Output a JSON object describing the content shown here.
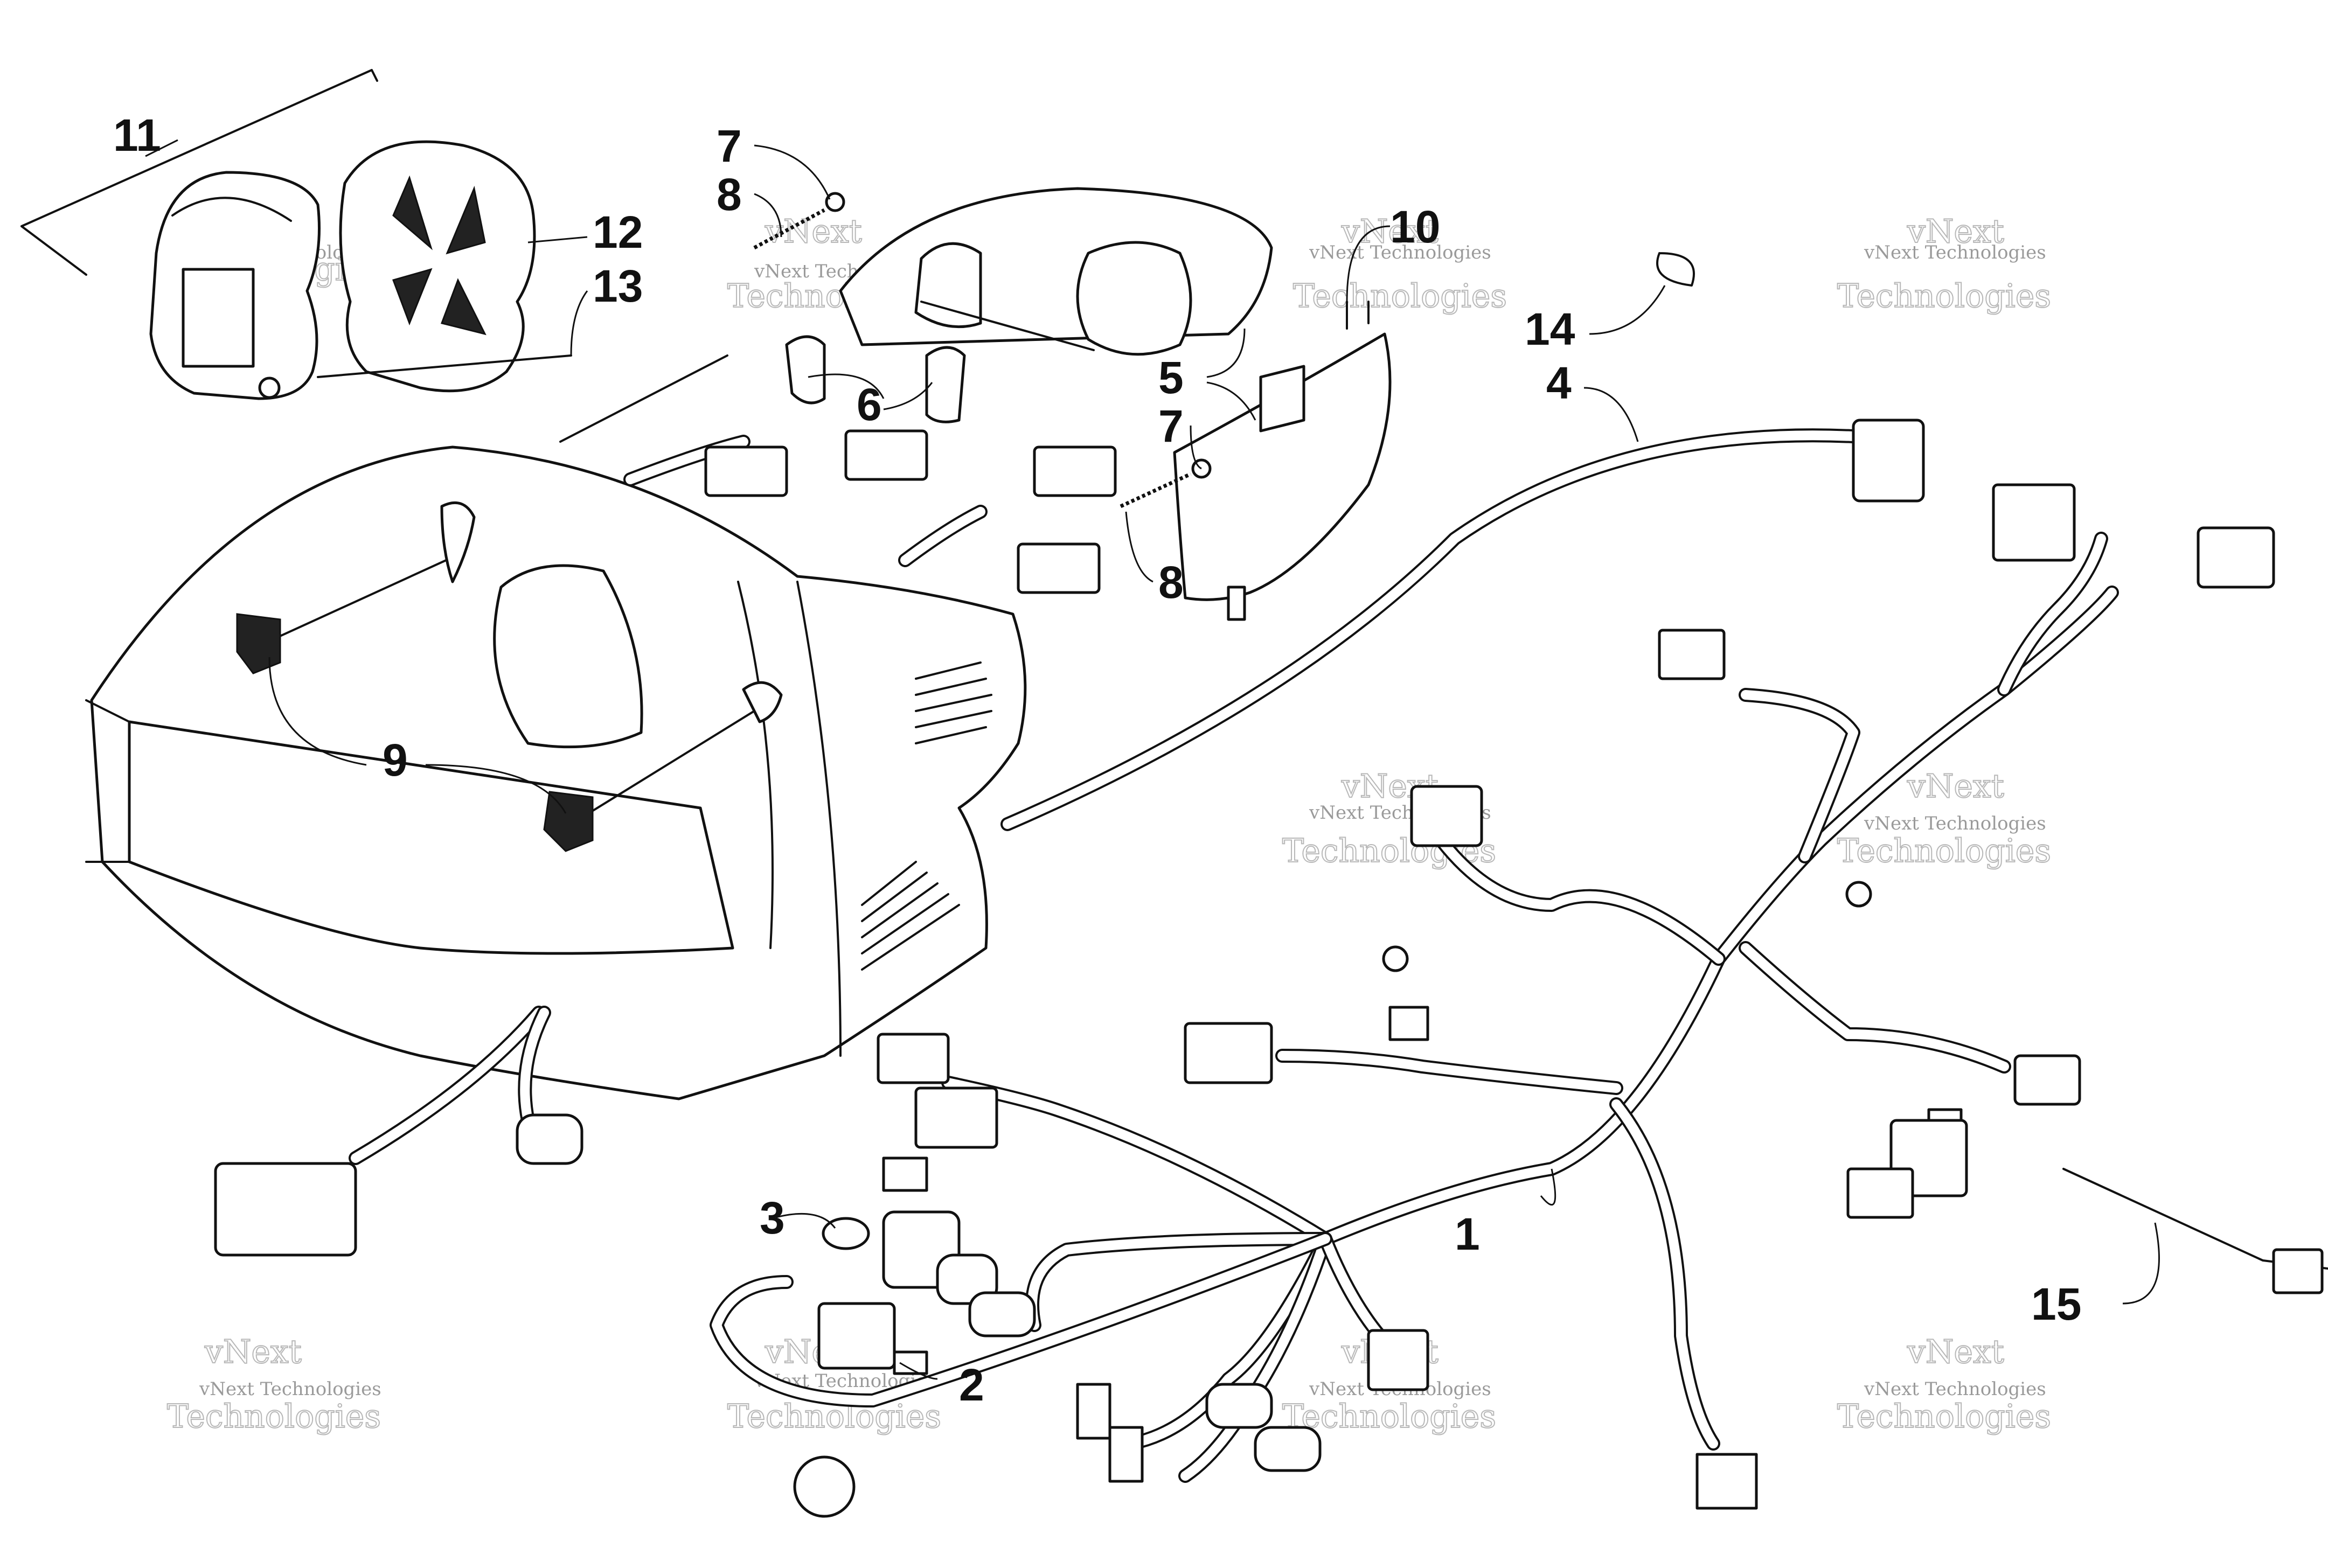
{
  "diagram": {
    "callouts": [
      {
        "id": "1",
        "label": "1"
      },
      {
        "id": "2",
        "label": "2"
      },
      {
        "id": "3",
        "label": "3"
      },
      {
        "id": "4",
        "label": "4"
      },
      {
        "id": "5",
        "label": "5"
      },
      {
        "id": "6",
        "label": "6"
      },
      {
        "id": "7a",
        "label": "7"
      },
      {
        "id": "7b",
        "label": "7"
      },
      {
        "id": "8a",
        "label": "8"
      },
      {
        "id": "8b",
        "label": "8"
      },
      {
        "id": "9",
        "label": "9"
      },
      {
        "id": "10",
        "label": "10"
      },
      {
        "id": "11",
        "label": "11"
      },
      {
        "id": "12",
        "label": "12"
      },
      {
        "id": "13",
        "label": "13"
      },
      {
        "id": "14",
        "label": "14"
      },
      {
        "id": "15",
        "label": "15"
      }
    ],
    "watermark": {
      "line1": "vNext Technologies",
      "big_line1": "vNext",
      "big_line2": "Technologies"
    }
  }
}
